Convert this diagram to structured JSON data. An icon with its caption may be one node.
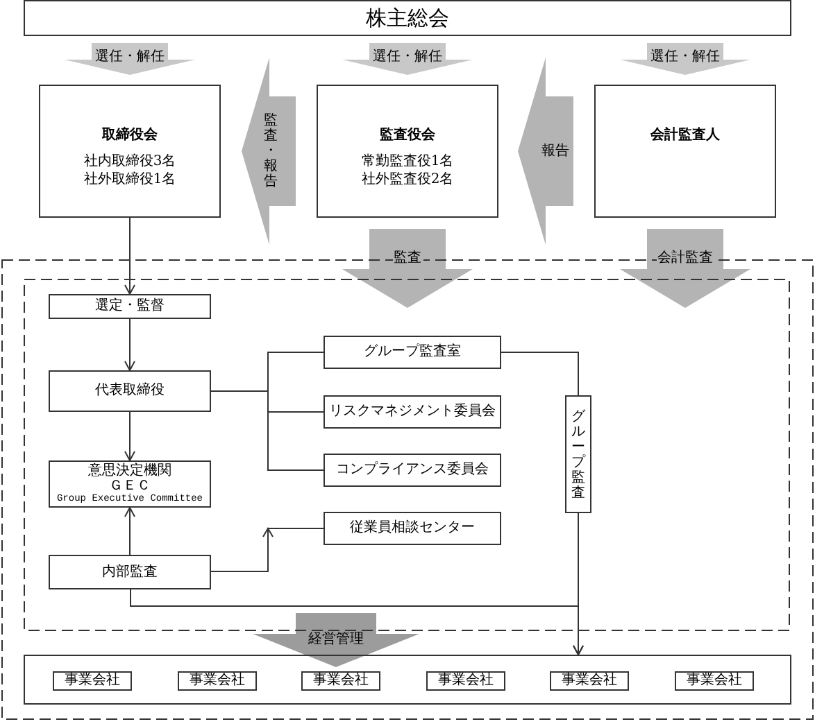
{
  "diagram": {
    "nodes": [
      {
        "text": [
          "株主総会"
        ]
      },
      {
        "text": [
          "取締役会",
          "社内取締役3名",
          "社外取締役1名"
        ]
      },
      {
        "text": [
          "監査役会",
          "常勤監査役1名",
          "社外監査役2名"
        ]
      },
      {
        "text": [
          "会計監査人"
        ]
      },
      {
        "text": [],
        "shape": "box"
      },
      {
        "text": [],
        "shape": "box",
        "in": 4
      },
      {
        "text": [
          "選定・監督"
        ],
        "in": 5
      },
      {
        "text": [
          "グループ監査室"
        ],
        "in": 5
      },
      {
        "text": [
          "代表取締役"
        ],
        "in": 5
      },
      {
        "text": [
          "リスクマネジメント委員会"
        ],
        "in": 5
      },
      {
        "text": [
          "グループ監査"
        ],
        "in": 5
      },
      {
        "text": [
          "コンプライアンス委員会"
        ],
        "in": 5
      },
      {
        "text": [
          "意思決定機関",
          "ＧＥＣ",
          "Group Executive Committee"
        ],
        "in": 5
      },
      {
        "text": [
          "従業員相談センター"
        ],
        "in": 5
      },
      {
        "text": [
          "内部監査"
        ],
        "in": 5
      },
      {
        "text": [],
        "shape": "box",
        "in": 4
      },
      {
        "text": [
          "事業会社"
        ],
        "in": 15
      },
      {
        "text": [
          "事業会社"
        ],
        "in": 15
      },
      {
        "text": [
          "事業会社"
        ],
        "in": 15
      },
      {
        "text": [
          "事業会社"
        ],
        "in": 15
      },
      {
        "text": [
          "事業会社"
        ],
        "in": 15
      },
      {
        "text": [
          "事業会社"
        ],
        "in": 15
      }
    ],
    "edges": [
      {
        "from": 0,
        "to": 1,
        "arrow": "to",
        "label": "選任・解任",
        "style": "thick",
        "color": "#c8c8c8"
      },
      {
        "from": 0,
        "to": 2,
        "arrow": "to",
        "label": "選任・解任",
        "style": "thick",
        "color": "#c8c8c8"
      },
      {
        "from": 0,
        "to": 3,
        "arrow": "to",
        "label": "選任・解任",
        "style": "thick",
        "color": "#c8c8c8"
      },
      {
        "from": 2,
        "to": 1,
        "arrow": "to",
        "label": "監査・報告",
        "style": "thick",
        "color": "#b4b4b4"
      },
      {
        "from": 3,
        "to": 2,
        "arrow": "to",
        "label": "報告",
        "style": "thick",
        "color": "#b4b4b4"
      },
      {
        "from": 2,
        "to": 5,
        "arrow": "to",
        "label": "監査",
        "style": "thick",
        "color": "#b4b4b4"
      },
      {
        "from": 3,
        "to": 5,
        "arrow": "to",
        "label": "会計監査",
        "style": "thick",
        "color": "#b4b4b4"
      },
      {
        "from": 1,
        "to": 6,
        "arrow": "to"
      },
      {
        "from": 6,
        "to": 8,
        "arrow": "to"
      },
      {
        "from": 8,
        "to": 12,
        "arrow": "to"
      },
      {
        "from": 14,
        "to": 12,
        "arrow": "to"
      },
      {
        "from": 8,
        "to": 7,
        "arrow": "none"
      },
      {
        "from": 8,
        "to": 9,
        "arrow": "none"
      },
      {
        "from": 8,
        "to": 11,
        "arrow": "none"
      },
      {
        "from": 14,
        "to": 13,
        "arrow": "to"
      },
      {
        "from": 7,
        "to": 10,
        "arrow": "none"
      },
      {
        "from": 10,
        "to": 15,
        "arrow": "to"
      },
      {
        "from": 14,
        "to": 15,
        "arrow": "to"
      },
      {
        "from": 5,
        "to": 15,
        "arrow": "to",
        "label": "経営管理",
        "style": "thick",
        "color": "#9c9c9c"
      }
    ]
  }
}
